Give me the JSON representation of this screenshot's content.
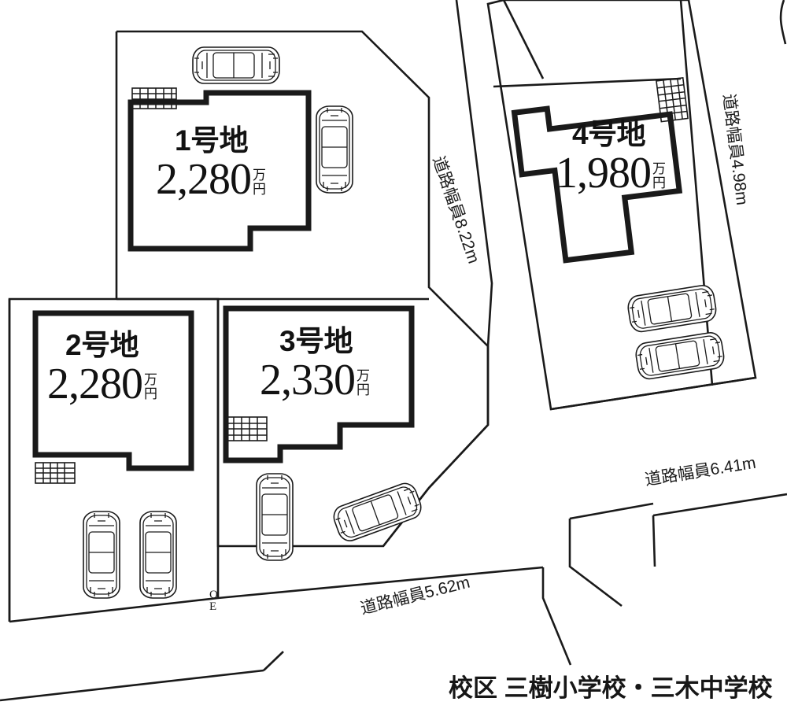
{
  "document": {
    "type": "区画図",
    "school_zone": "校区 三樹小学校・三木中学校"
  },
  "lots": [
    {
      "id": "lot-1",
      "label": "1号地",
      "price": "2,280",
      "unit_top": "万",
      "unit_bottom": "円",
      "unit": "万円"
    },
    {
      "id": "lot-2",
      "label": "2号地",
      "price": "2,280",
      "unit_top": "万",
      "unit_bottom": "円",
      "unit": "万円"
    },
    {
      "id": "lot-3",
      "label": "3号地",
      "price": "2,330",
      "unit_top": "万",
      "unit_bottom": "円",
      "unit": "万円"
    },
    {
      "id": "lot-4",
      "label": "4号地",
      "price": "1,980",
      "unit_top": "万",
      "unit_bottom": "円",
      "unit": "万円"
    }
  ],
  "road_labels": [
    {
      "id": "road-822",
      "text": "道路幅員8.22m",
      "rotation_deg": 71
    },
    {
      "id": "road-498",
      "text": "道路幅員4.98m",
      "rotation_deg": 83
    },
    {
      "id": "road-641",
      "text": "道路幅員6.41m",
      "rotation_deg": -9
    },
    {
      "id": "road-562",
      "text": "道路幅員5.62m",
      "rotation_deg": -14
    }
  ],
  "markers": [
    {
      "id": "survey-marker",
      "symbol_top": "O",
      "symbol_bottom": "E"
    }
  ],
  "colors": {
    "ink": "#1a1a1a",
    "background": "#ffffff"
  }
}
